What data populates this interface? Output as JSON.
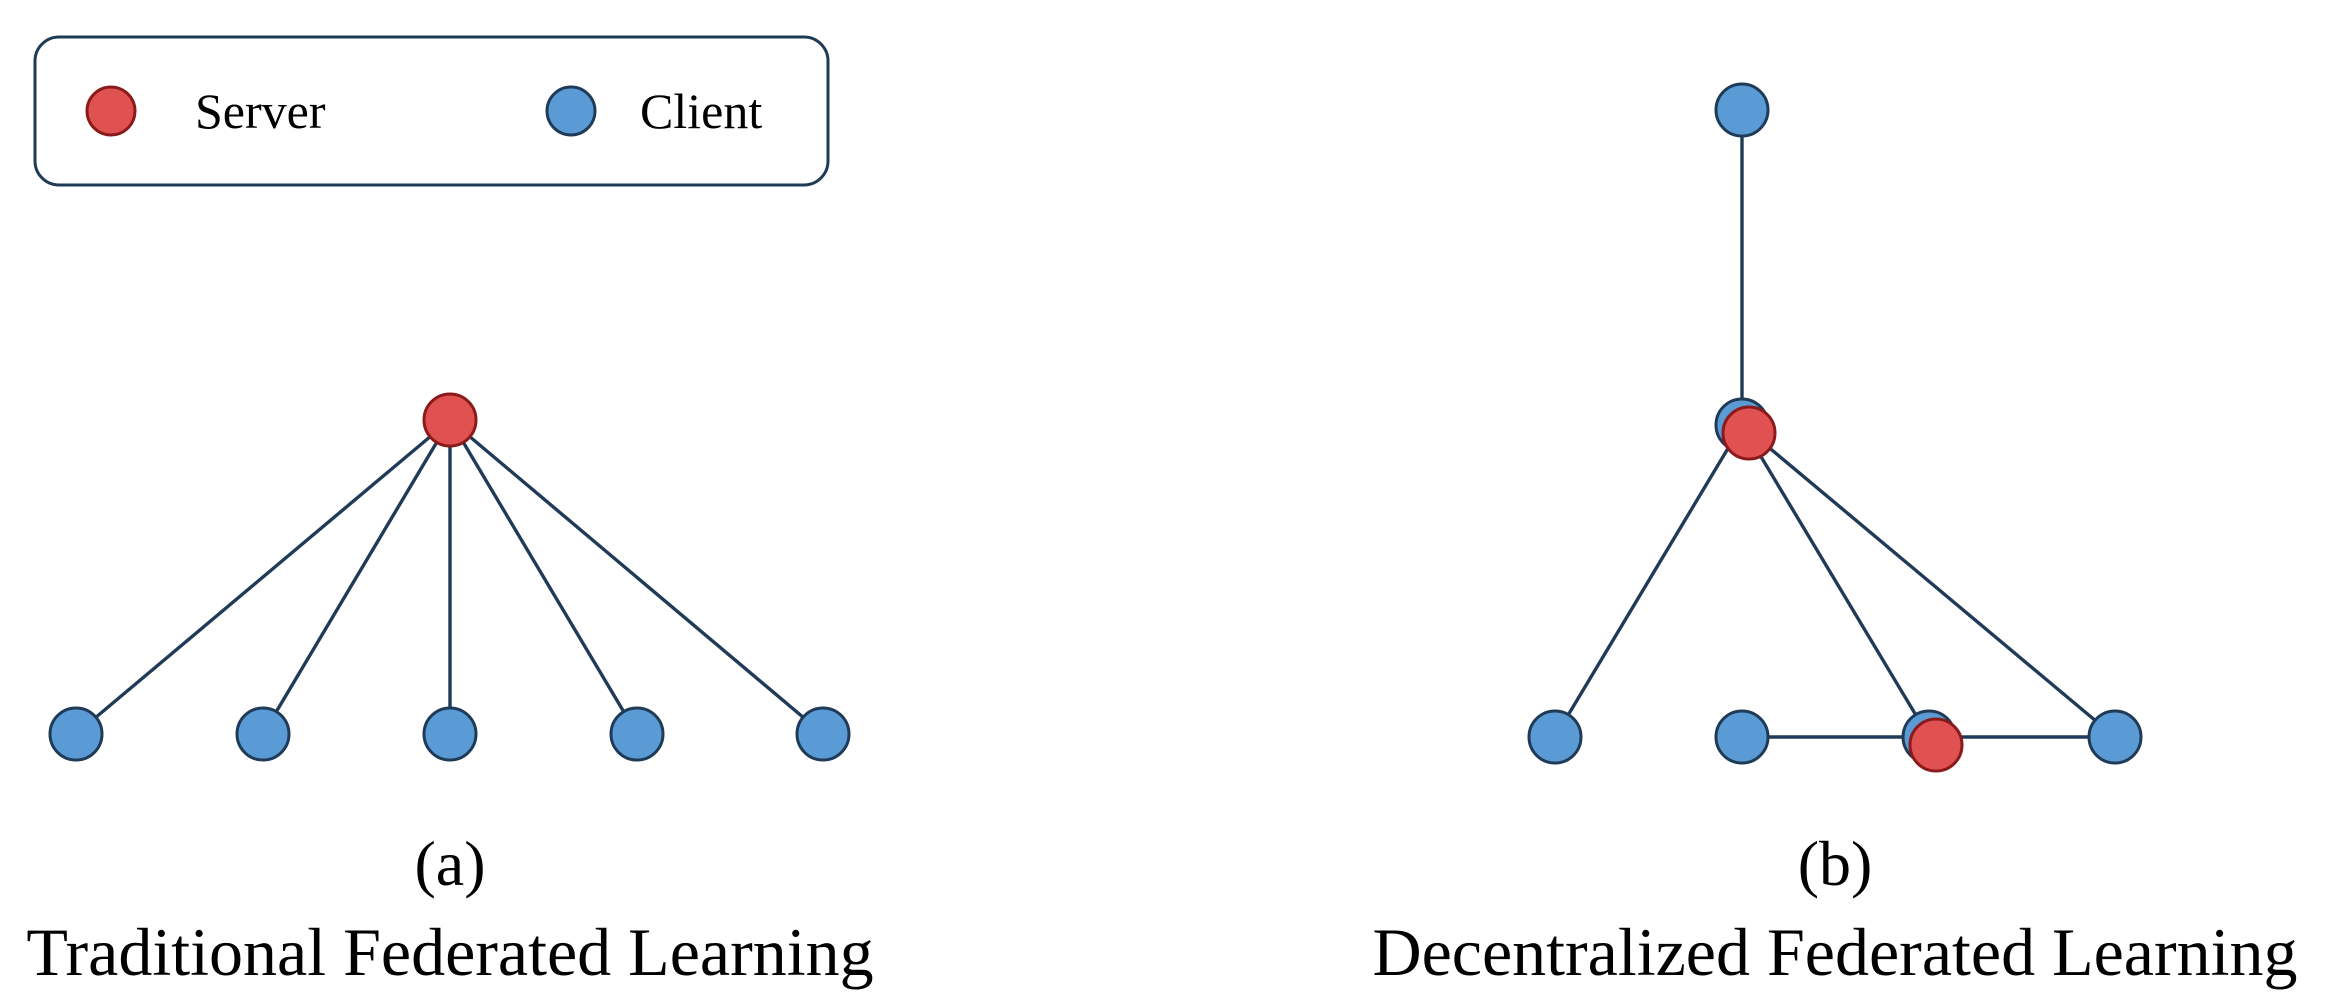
{
  "legend": {
    "server_label": "Server",
    "client_label": "Client",
    "server_color": "#e05252",
    "client_color": "#5b9bd5"
  },
  "diagram_a": {
    "label": "(a)",
    "title": "Traditional Federated Learning"
  },
  "diagram_b": {
    "label": "(b)",
    "title": "Decentralized Federated Learning"
  },
  "colors": {
    "edge": "#1f3b57",
    "server": "#e05252",
    "client": "#5b9bd5"
  }
}
